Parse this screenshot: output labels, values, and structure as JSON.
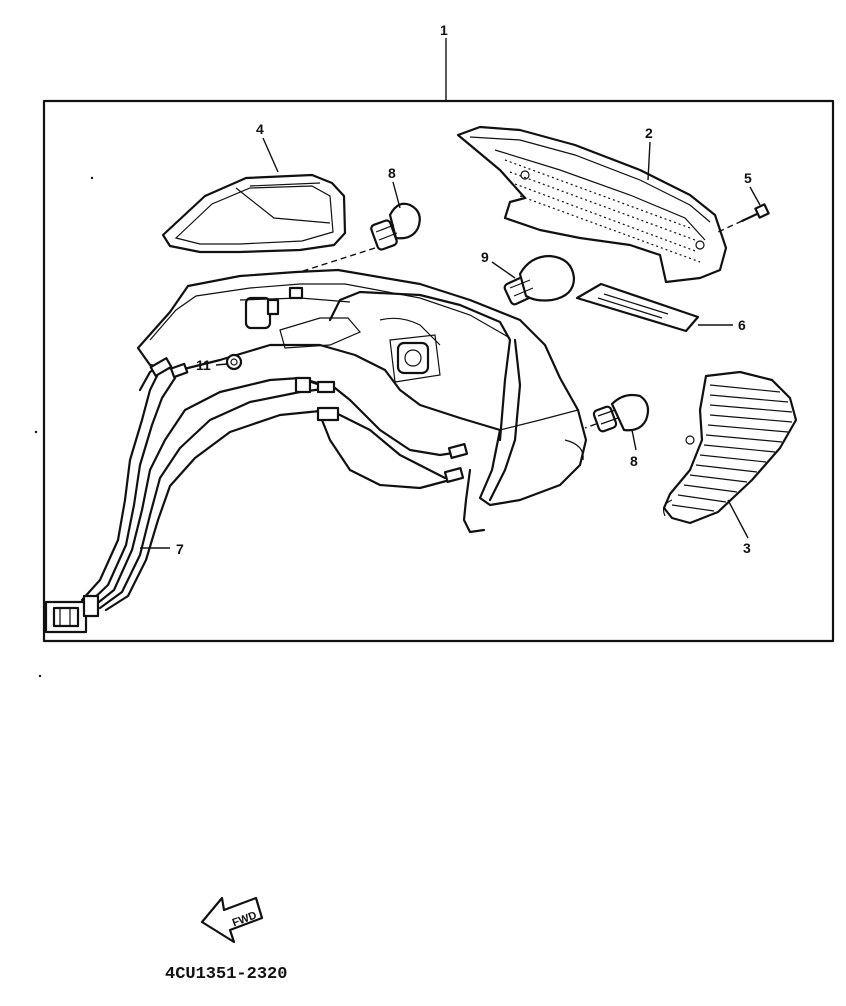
{
  "diagram": {
    "part_code": "4CU1351-2320",
    "fwd_label": "FWD",
    "callouts": {
      "c1": "1",
      "c2": "2",
      "c3": "3",
      "c4": "4",
      "c5": "5",
      "c6": "6",
      "c7": "7",
      "c8a": "8",
      "c8b": "8",
      "c9": "9",
      "c11": "11"
    }
  }
}
